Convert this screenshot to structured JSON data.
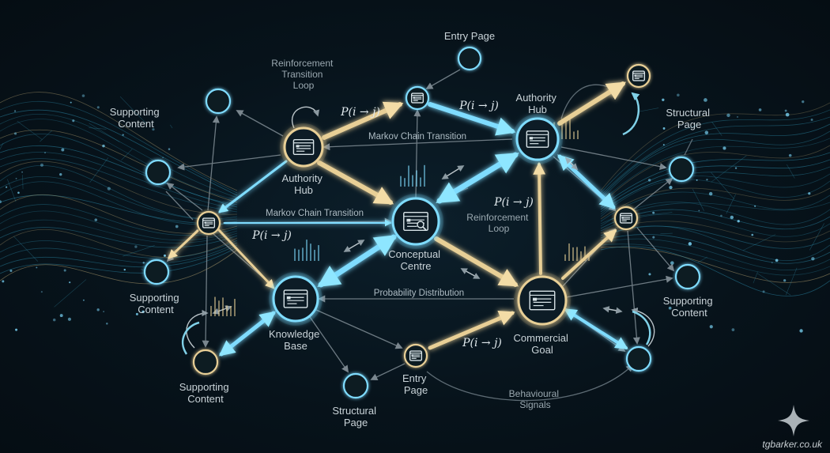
{
  "nodes": {
    "authority_hub_left": {
      "lines": [
        "Authority",
        "Hub"
      ]
    },
    "authority_hub_right": {
      "lines": [
        "Authority",
        "Hub"
      ]
    },
    "conceptual_centre": {
      "lines": [
        "Conceptual",
        "Centre"
      ]
    },
    "knowledge_base": {
      "lines": [
        "Knowledge",
        "Base"
      ]
    },
    "commercial_goal": {
      "lines": [
        "Commercial",
        "Goal"
      ]
    },
    "entry_page_top": {
      "lines": [
        "Entry Page"
      ]
    },
    "entry_page_bottom": {
      "lines": [
        "Entry",
        "Page"
      ]
    },
    "supporting_content_top_left": {
      "lines": [
        "Supporting",
        "Content"
      ]
    },
    "supporting_content_mid_left": {
      "lines": [
        "Supporting",
        "Content"
      ]
    },
    "supporting_content_bottom_left": {
      "lines": [
        "Supporting",
        "Content"
      ]
    },
    "supporting_content_right": {
      "lines": [
        "Supporting",
        "Content"
      ]
    },
    "structural_page_right": {
      "lines": [
        "Structural",
        "Page"
      ]
    },
    "structural_page_bottom": {
      "lines": [
        "Structural",
        "Page"
      ]
    }
  },
  "annotations": {
    "reinforcement_transition_loop": [
      "Reinforcement",
      "Transition",
      "Loop"
    ],
    "reinforcement_loop": [
      "Reinforcement",
      "Loop"
    ],
    "markov_top": "Markov Chain Transition",
    "markov_left": "Markov Chain Transition",
    "probability_distribution": "Probability Distribution",
    "behavioural_signals": [
      "Behavioural",
      "Signals"
    ],
    "prob_label": "P(i → j)"
  },
  "watermark": "tgbarker.co.uk",
  "colors": {
    "cyan": "#5fd0f0",
    "gold": "#e8c98a",
    "node_fill": "#0c1e28",
    "text": "#c9d3d8"
  }
}
